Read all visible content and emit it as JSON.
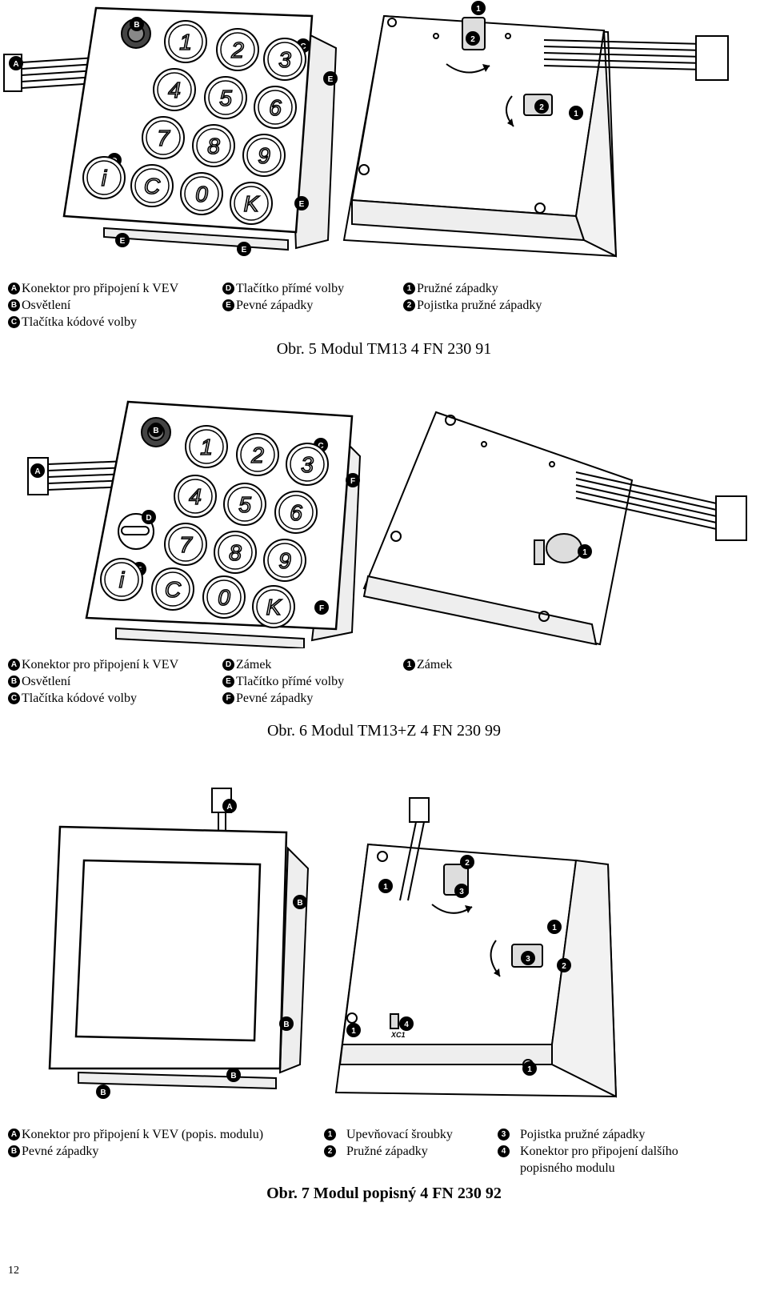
{
  "figure5": {
    "keypad_keys": [
      "1",
      "2",
      "3",
      "4",
      "5",
      "6",
      "7",
      "8",
      "9",
      "i",
      "C",
      "0",
      "K"
    ],
    "legend": [
      [
        {
          "badge": "A",
          "text": "Konektor pro připojení k VEV"
        },
        {
          "badge": "B",
          "text": "Osvětlení"
        },
        {
          "badge": "C",
          "text": "Tlačítka kódové volby"
        }
      ],
      [
        {
          "badge": "D",
          "text": "Tlačítko přímé volby"
        },
        {
          "badge": "E",
          "text": "Pevné západky"
        }
      ],
      [
        {
          "badge": "1",
          "text": "Pružné západky"
        },
        {
          "badge": "2",
          "text": "Pojistka pružné západky"
        }
      ]
    ],
    "caption": "Obr. 5 Modul TM13 4 FN 230 91"
  },
  "figure6": {
    "keypad_keys": [
      "1",
      "2",
      "3",
      "4",
      "5",
      "6",
      "7",
      "8",
      "9",
      "i",
      "C",
      "0",
      "K"
    ],
    "legend": [
      [
        {
          "badge": "A",
          "text": "Konektor pro připojení k VEV"
        },
        {
          "badge": "B",
          "text": "Osvětlení"
        },
        {
          "badge": "C",
          "text": "Tlačítka kódové volby"
        }
      ],
      [
        {
          "badge": "D",
          "text": "Zámek"
        },
        {
          "badge": "E",
          "text": "Tlačítko přímé volby"
        },
        {
          "badge": "F",
          "text": "Pevné západky"
        }
      ],
      [
        {
          "badge": "1",
          "text": "Zámek"
        }
      ]
    ],
    "caption": "Obr. 6 Modul TM13+Z 4 FN 230 99"
  },
  "figure7": {
    "board_label": "XC1",
    "legend": [
      [
        {
          "badge": "A",
          "text": "Konektor pro připojení k VEV (popis. modulu)"
        },
        {
          "badge": "B",
          "text": "Pevné západky"
        }
      ],
      [
        {
          "badge": "1",
          "text": "Upevňovací šroubky"
        },
        {
          "badge": "2",
          "text": "Pružné západky"
        }
      ],
      [
        {
          "badge": "3",
          "text": "Pojistka pružné západky"
        },
        {
          "badge": "4",
          "text": "Konektor pro připojení dalšího popisného modulu"
        }
      ]
    ],
    "caption": "Obr. 7 Modul popisný 4 FN 230 92"
  },
  "page_number": "12"
}
